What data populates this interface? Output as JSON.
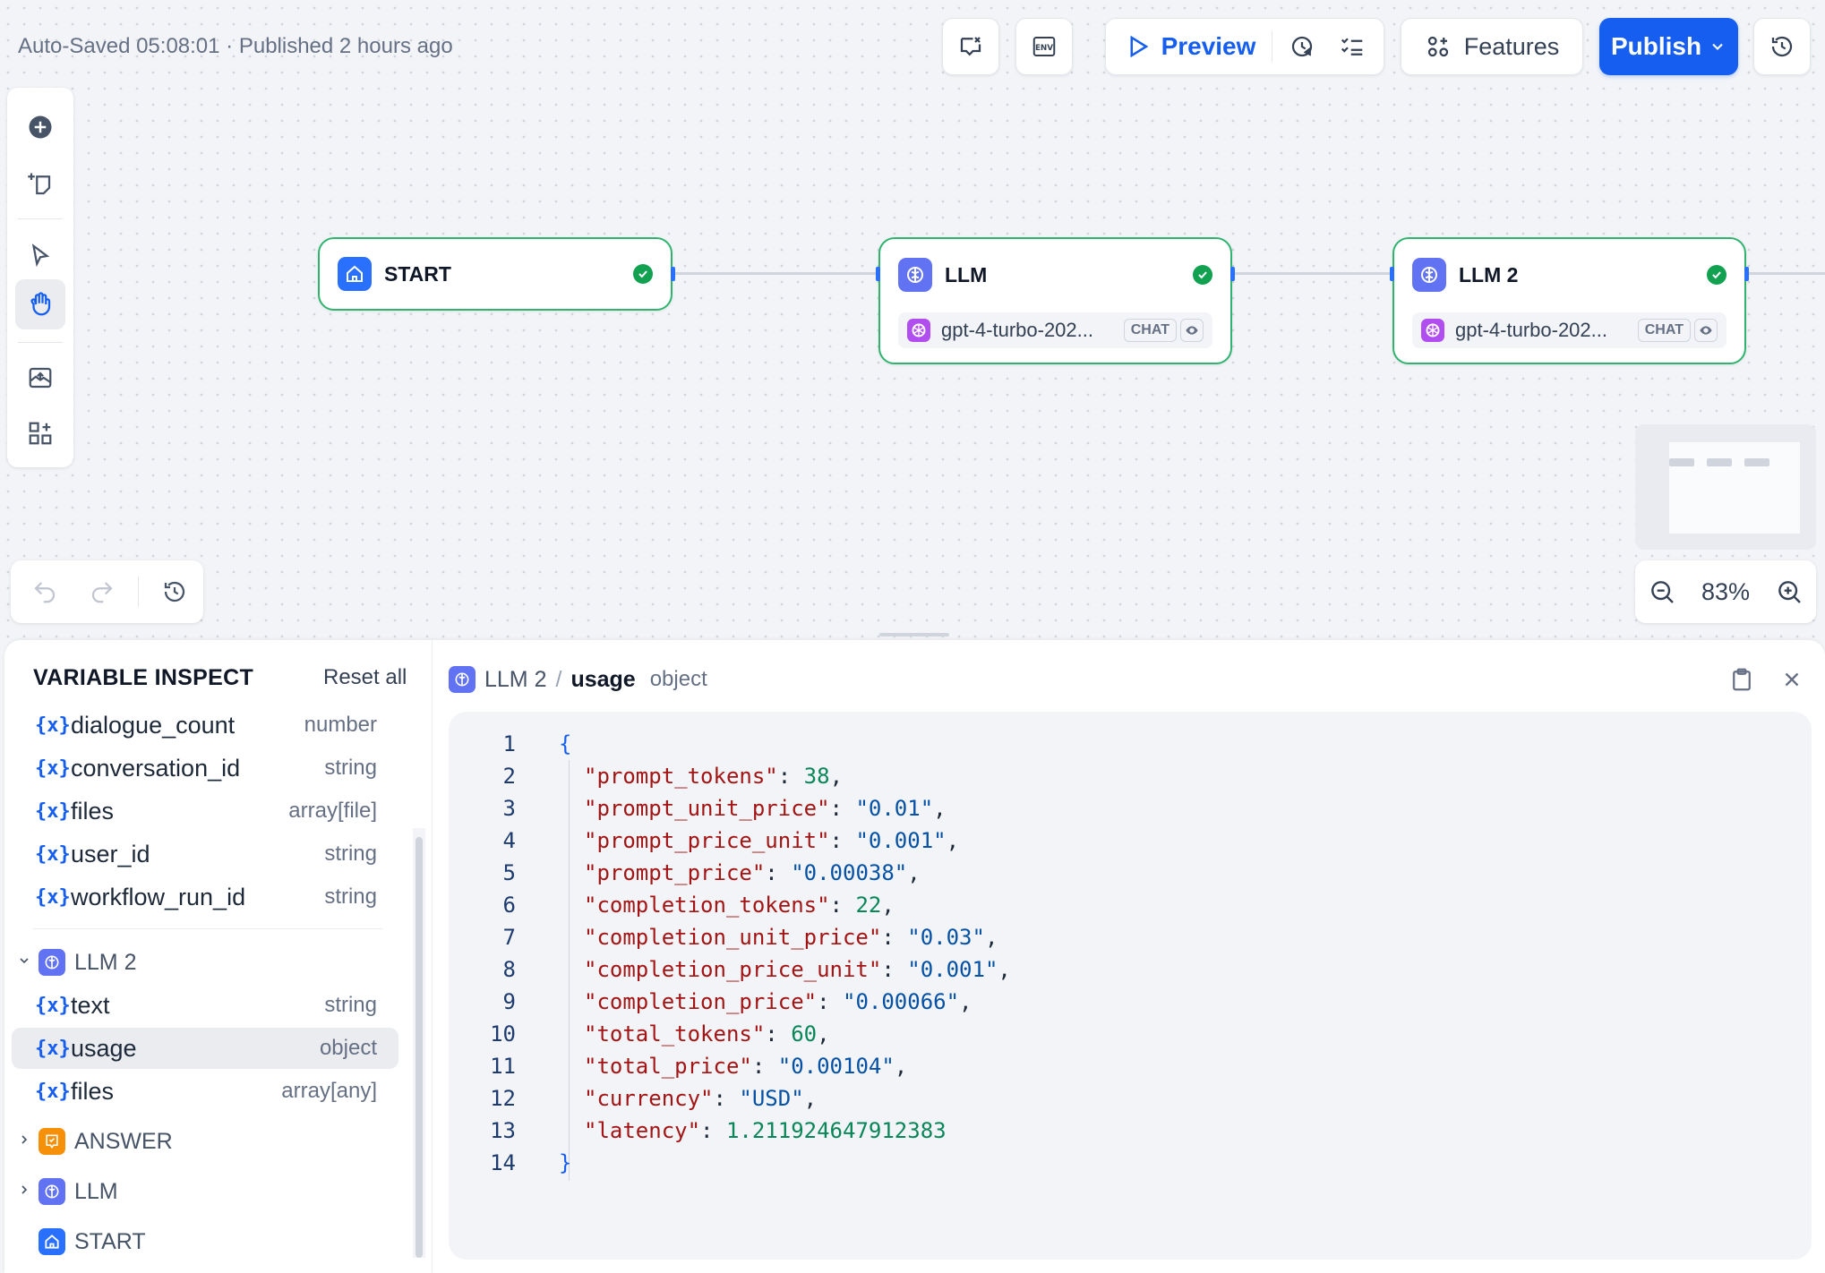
{
  "header": {
    "autosave_text": "Auto-Saved 05:08:01 · Published 2 hours ago",
    "preview_label": "Preview",
    "features_label": "Features",
    "publish_label": "Publish"
  },
  "canvas": {
    "zoom": "83%",
    "nodes": {
      "start": {
        "title": "START"
      },
      "llm": {
        "title": "LLM",
        "model": "gpt-4-turbo-202...",
        "badge": "CHAT"
      },
      "llm2": {
        "title": "LLM 2",
        "model": "gpt-4-turbo-202...",
        "badge": "CHAT"
      }
    }
  },
  "inspect": {
    "title": "VARIABLE INSPECT",
    "reset_label": "Reset all",
    "system_vars": [
      {
        "name": "dialogue_count",
        "type": "number"
      },
      {
        "name": "conversation_id",
        "type": "string"
      },
      {
        "name": "files",
        "type": "array[file]"
      },
      {
        "name": "user_id",
        "type": "string"
      },
      {
        "name": "workflow_run_id",
        "type": "string"
      }
    ],
    "llm2_section": "LLM 2",
    "llm2_vars": [
      {
        "name": "text",
        "type": "string"
      },
      {
        "name": "usage",
        "type": "object"
      },
      {
        "name": "files",
        "type": "array[any]"
      }
    ],
    "answer_section": "ANSWER",
    "llm_section": "LLM",
    "start_section": "START",
    "var_prefix": "{x}"
  },
  "detail": {
    "node": "LLM 2",
    "slash": "/",
    "var": "usage",
    "type": "object",
    "lines": [
      {
        "n": "1",
        "open": "{"
      },
      {
        "n": "2",
        "key": "\"prompt_tokens\"",
        "num": "38",
        "comma": ","
      },
      {
        "n": "3",
        "key": "\"prompt_unit_price\"",
        "str": "\"0.01\"",
        "comma": ","
      },
      {
        "n": "4",
        "key": "\"prompt_price_unit\"",
        "str": "\"0.001\"",
        "comma": ","
      },
      {
        "n": "5",
        "key": "\"prompt_price\"",
        "str": "\"0.00038\"",
        "comma": ","
      },
      {
        "n": "6",
        "key": "\"completion_tokens\"",
        "num": "22",
        "comma": ","
      },
      {
        "n": "7",
        "key": "\"completion_unit_price\"",
        "str": "\"0.03\"",
        "comma": ","
      },
      {
        "n": "8",
        "key": "\"completion_price_unit\"",
        "str": "\"0.001\"",
        "comma": ","
      },
      {
        "n": "9",
        "key": "\"completion_price\"",
        "str": "\"0.00066\"",
        "comma": ","
      },
      {
        "n": "10",
        "key": "\"total_tokens\"",
        "num": "60",
        "comma": ","
      },
      {
        "n": "11",
        "key": "\"total_price\"",
        "str": "\"0.00104\"",
        "comma": ","
      },
      {
        "n": "12",
        "key": "\"currency\"",
        "str": "\"USD\"",
        "comma": ","
      },
      {
        "n": "13",
        "key": "\"latency\"",
        "num": "1.211924647912383",
        "comma": ""
      },
      {
        "n": "14",
        "close": "}"
      }
    ]
  }
}
